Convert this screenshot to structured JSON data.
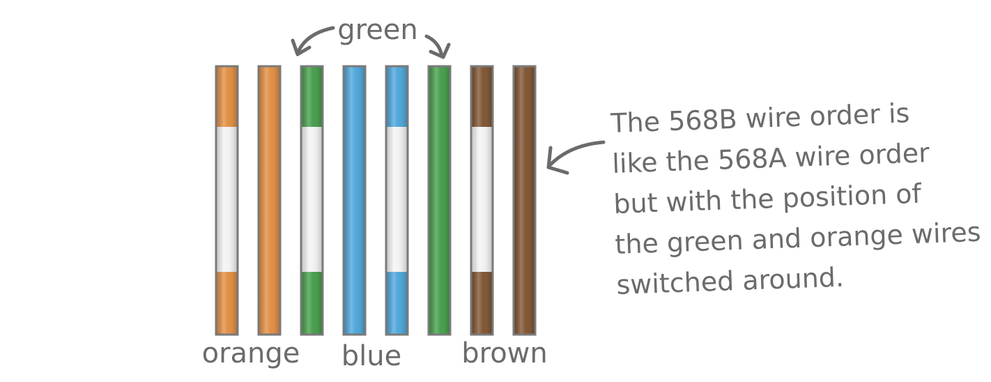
{
  "labels": {
    "top": "green",
    "bottom": [
      "orange",
      "blue",
      "brown"
    ]
  },
  "note": {
    "lines": [
      "The 568B wire order is",
      "like the 568A wire order",
      "but with the position of",
      "the green and orange wires",
      "switched around."
    ]
  },
  "wires": [
    {
      "color": "orange",
      "striped": true
    },
    {
      "color": "orange",
      "striped": false
    },
    {
      "color": "green",
      "striped": true
    },
    {
      "color": "blue",
      "striped": false
    },
    {
      "color": "blue",
      "striped": true
    },
    {
      "color": "green",
      "striped": false
    },
    {
      "color": "brown",
      "striped": true
    },
    {
      "color": "brown",
      "striped": false
    }
  ],
  "colors": {
    "orange": "#e08a3c",
    "green": "#3f9a45",
    "blue": "#47a3d8",
    "brown": "#7a4e2b",
    "white": "#f2f2f2",
    "outline": "#7a7a7a",
    "ink": "#6b6b6b"
  }
}
